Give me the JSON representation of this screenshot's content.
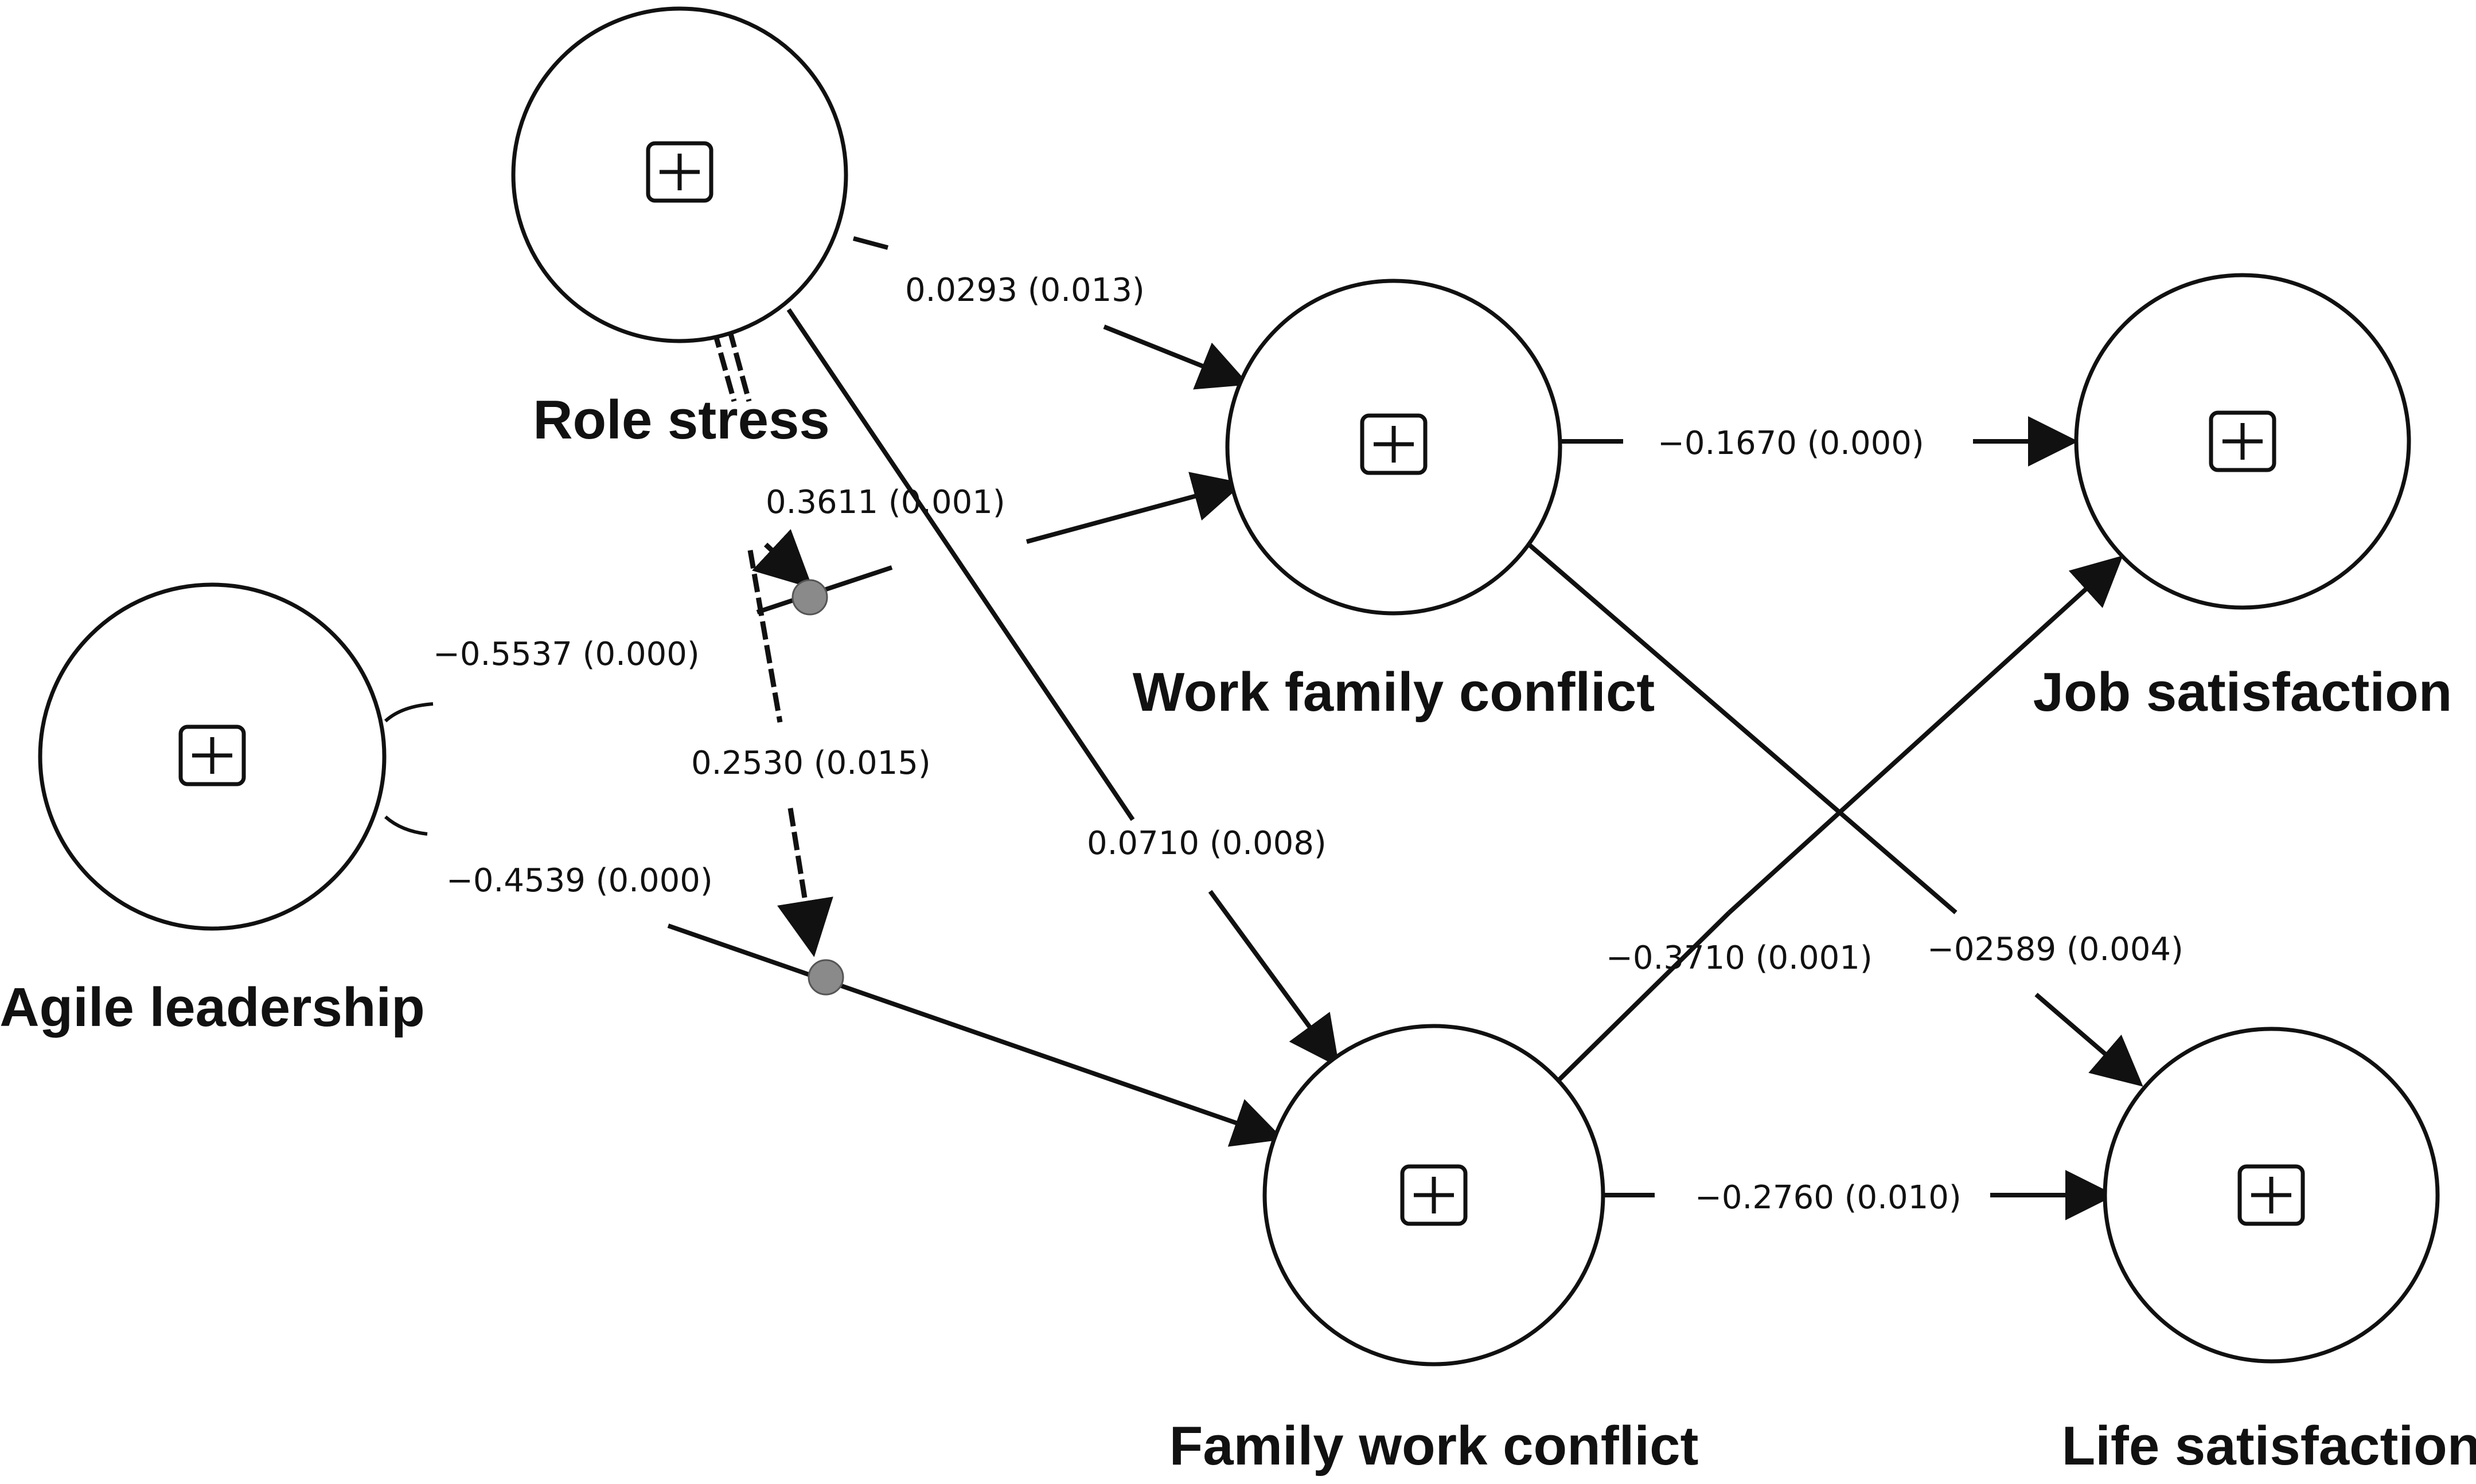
{
  "constructs": {
    "role_stress": "Role stress",
    "agile_leadership": "Agile leadership",
    "work_family_conflict": "Work family conflict",
    "family_work_conflict": "Family work conflict",
    "job_satisfaction": "Job satisfaction",
    "life_satisfaction": "Life satisfaction"
  },
  "paths": {
    "rs_wfc": "0.0293 (0.013)",
    "rs_fwc": "0.0710 (0.008)",
    "mod_wfc": "0.3611 (0.001)",
    "mod_fwc": "0.2530 (0.015)",
    "al_wfc": "−0.5537 (0.000)",
    "al_fwc": "−0.4539 (0.000)",
    "wfc_js": "−0.1670 (0.000)",
    "wfc_ls": "−02589 (0.004)",
    "fwc_js": "−0.3710 (0.001)",
    "fwc_ls": "−0.2760 (0.010)"
  },
  "icons": {
    "node_expand": "plus-box-icon"
  }
}
